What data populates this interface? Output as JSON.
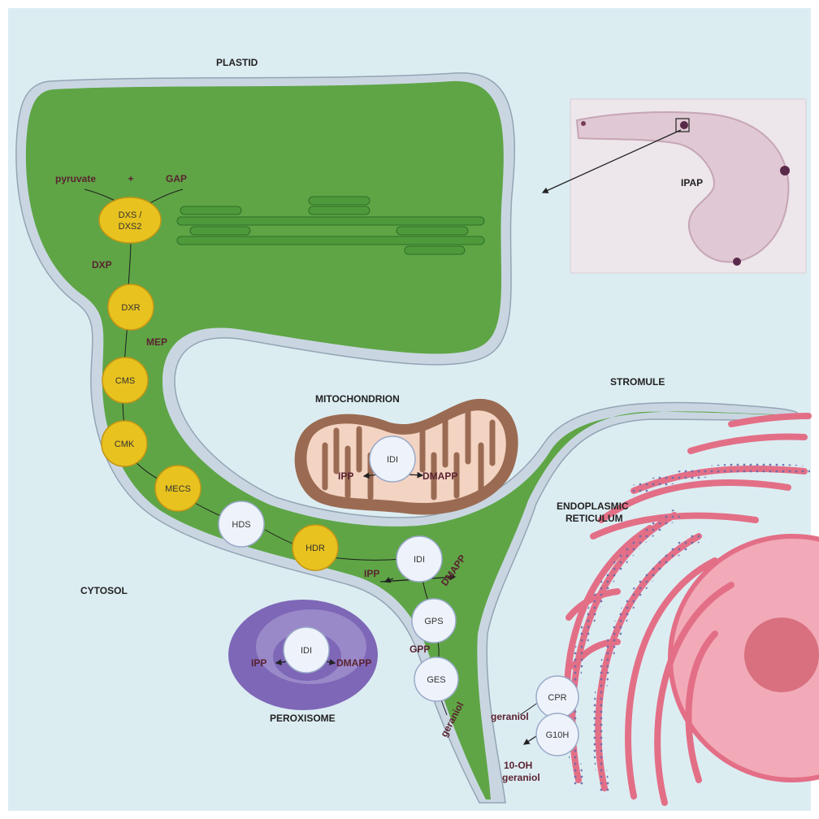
{
  "labels": {
    "plastid": "PLASTID",
    "stromule": "STROMULE",
    "mitochondrion": "MITOCHONDRION",
    "cytosol": "CYTOSOL",
    "peroxisome": "PEROXISOME",
    "er_line1": "ENDOPLASMIC",
    "er_line2": "RETICULUM",
    "ipap": "IPAP"
  },
  "metabolites": {
    "pyruvate": "pyruvate",
    "plus": "+",
    "gap": "GAP",
    "dxp": "DXP",
    "mep": "MEP",
    "ipp": "IPP",
    "dmapp": "DMAPP",
    "gpp": "GPP",
    "geraniol": "geraniol",
    "oh_line1": "10-OH",
    "oh_line2": "geraniol"
  },
  "enzymes": {
    "dxs_line1": "DXS /",
    "dxs_line2": "DXS2",
    "dxr": "DXR",
    "cms": "CMS",
    "cmk": "CMK",
    "mecs": "MECS",
    "hds": "HDS",
    "hdr": "HDR",
    "idi": "IDI",
    "gps": "GPS",
    "ges": "GES",
    "cpr": "CPR",
    "g10h": "G10H"
  },
  "colors": {
    "background": "#dcedf2",
    "plastid_green": "#5fa546",
    "membrane": "#a9b8c6",
    "enzyme_yellow": "#e8c21f",
    "enzyme_white": "#eef3fb",
    "mito_outer": "#9a6b52",
    "mito_inner": "#f3d3c2",
    "peroxisome": "#7e67b7",
    "er_pink": "#e36f87",
    "nucleus": "#f2aab8",
    "nucleolus": "#d9707f"
  }
}
